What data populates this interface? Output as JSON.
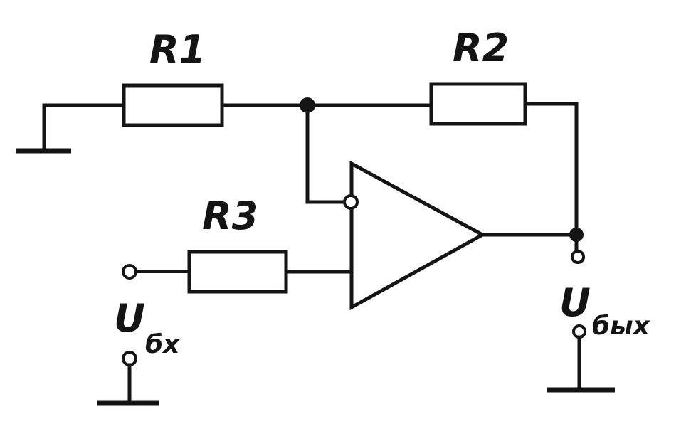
{
  "labels": {
    "r1": "R1",
    "r2": "R2",
    "r3": "R3",
    "u_in_main": "U",
    "u_in_sub": "бх",
    "u_out_main": "U",
    "u_out_sub": "бых"
  },
  "colors": {
    "ink": "#141414",
    "paper": "#ffffff"
  }
}
